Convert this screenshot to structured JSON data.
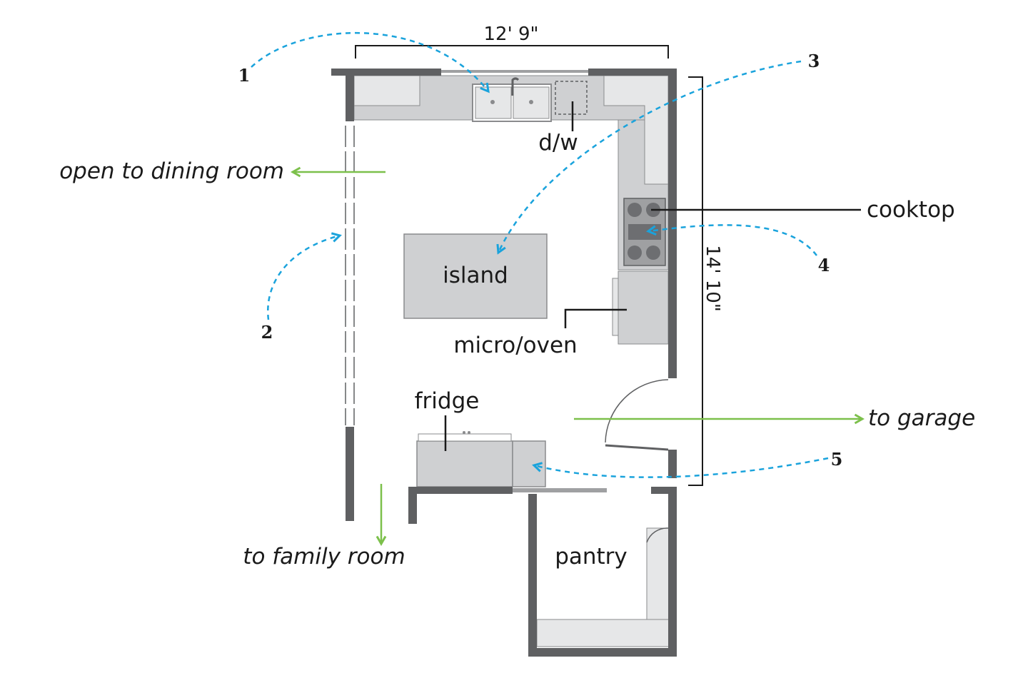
{
  "colors": {
    "wall": "#5f6062",
    "counter": "#cfd0d2",
    "counter_light": "#e6e7e8",
    "callout": "#1aa3dc",
    "direction_arrow": "#7cc04b",
    "ink": "#1a1a1a"
  },
  "dimensions": {
    "width": "12' 9\"",
    "length": "14' 10\""
  },
  "fixtures": {
    "dishwasher": "d/w",
    "island": "island",
    "cooktop": "cooktop",
    "micro_oven": "micro/oven",
    "fridge": "fridge",
    "pantry": "pantry"
  },
  "directions": {
    "dining": "open to dining room",
    "garage": "to garage",
    "family": "to family room"
  },
  "callouts": [
    "1",
    "2",
    "3",
    "4",
    "5"
  ]
}
